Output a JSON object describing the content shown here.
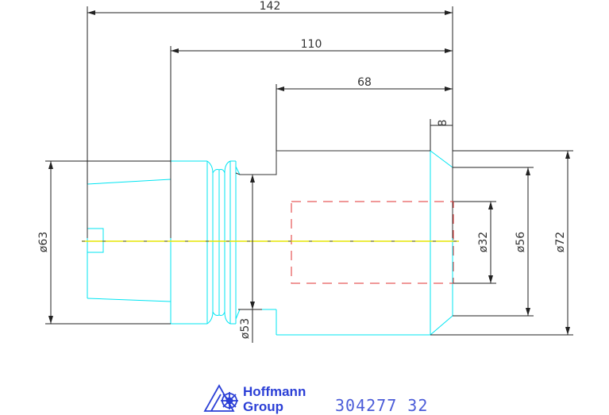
{
  "drawing": {
    "dimensions": {
      "len_total": "142",
      "len_body": "110",
      "len_head": "68",
      "len_chamfer": "8",
      "dia_shank": "ø63",
      "dia_neck": "ø53",
      "dia_bore": "ø32",
      "dia_face": "ø56",
      "dia_head": "ø72"
    },
    "colors": {
      "outline": "#00e5f2",
      "dimension": "#222222",
      "centerline": "#e6e600",
      "hidden": "#e03030",
      "brand": "#2b3fd6"
    }
  },
  "footer": {
    "brand_line1": "Hoffmann",
    "brand_line2": "Group",
    "part_number": "304277  32",
    "logo_icon": "hoffmann-logo-icon"
  }
}
